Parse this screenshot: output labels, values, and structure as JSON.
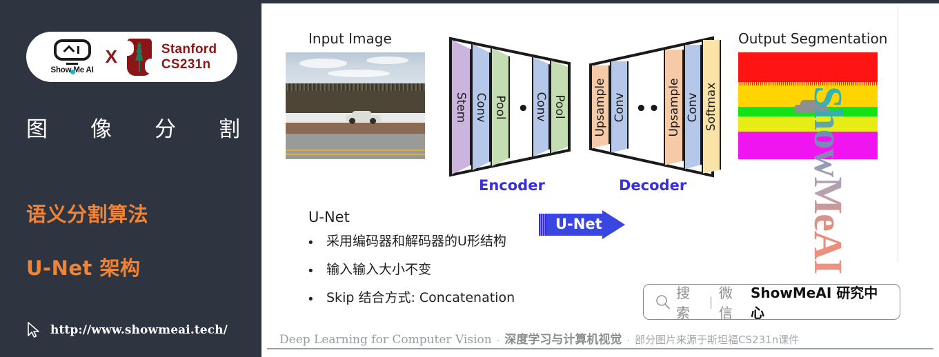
{
  "sidebar": {
    "logo": {
      "brand_text": "Show Me AI",
      "x_symbol": "X",
      "partner_line1": "Stanford",
      "partner_line2": "CS231n"
    },
    "kicker_chars": [
      "图",
      "像",
      "分",
      "割"
    ],
    "heading1": "语义分割算法",
    "heading2": "U-Net 架构",
    "url": "http://www.showmeai.tech/",
    "bg_color": "#2e3440",
    "accent_color": "#f08334"
  },
  "main": {
    "input_caption": "Input Image",
    "output_caption": "Output Segmentation",
    "watermark": "ShowMeAI",
    "diagram": {
      "encoder_label": "Encoder",
      "decoder_label": "Decoder",
      "label_color": "#3a2fe0",
      "ellipsis": "•••",
      "encoder_blocks": [
        {
          "label": "Stem",
          "color": "#cbb5de"
        },
        {
          "label": "Conv",
          "color": "#b6c8ea"
        },
        {
          "label": "Pool",
          "color": "#c5ddb2"
        },
        {
          "label": "Conv",
          "color": "#b6c8ea"
        },
        {
          "label": "Pool",
          "color": "#c5ddb2"
        }
      ],
      "decoder_blocks": [
        {
          "label": "Upsample",
          "color": "#f6caa7"
        },
        {
          "label": "Conv",
          "color": "#b6c8ea"
        },
        {
          "label": "Upsample",
          "color": "#f6caa7"
        },
        {
          "label": "Conv",
          "color": "#b6c8ea"
        },
        {
          "label": "Softmax",
          "color": "#fbe3a8"
        }
      ]
    },
    "content": {
      "title": "U-Net",
      "bullet_marker": "•",
      "bullets": [
        "采用编码器和解码器的U形结构",
        "输入输入大小不变",
        "Skip 结合方式: Concatenation"
      ]
    },
    "arrow_banner": {
      "label": "U-Net",
      "color": "#3a46e0"
    },
    "search": {
      "placeholder": "搜索",
      "divider": "|",
      "channel": "微信",
      "account": "ShowMeAI 研究中心"
    },
    "footer": {
      "english": "Deep Learning for Computer Vision",
      "sep1": "·",
      "chinese": "深度学习与计算机视觉",
      "sep2": "·",
      "source": "部分图片来源于斯坦福CS231n课件"
    },
    "segmentation_legend": [
      {
        "class": "sky",
        "color": "#ff1414"
      },
      {
        "class": "trees",
        "color": "#ffd400"
      },
      {
        "class": "snow",
        "color": "#16e016"
      },
      {
        "class": "ground",
        "color": "#e8ec16"
      },
      {
        "class": "road",
        "color": "#f015f0"
      },
      {
        "class": "car",
        "color": "#8f8f8f"
      }
    ]
  }
}
